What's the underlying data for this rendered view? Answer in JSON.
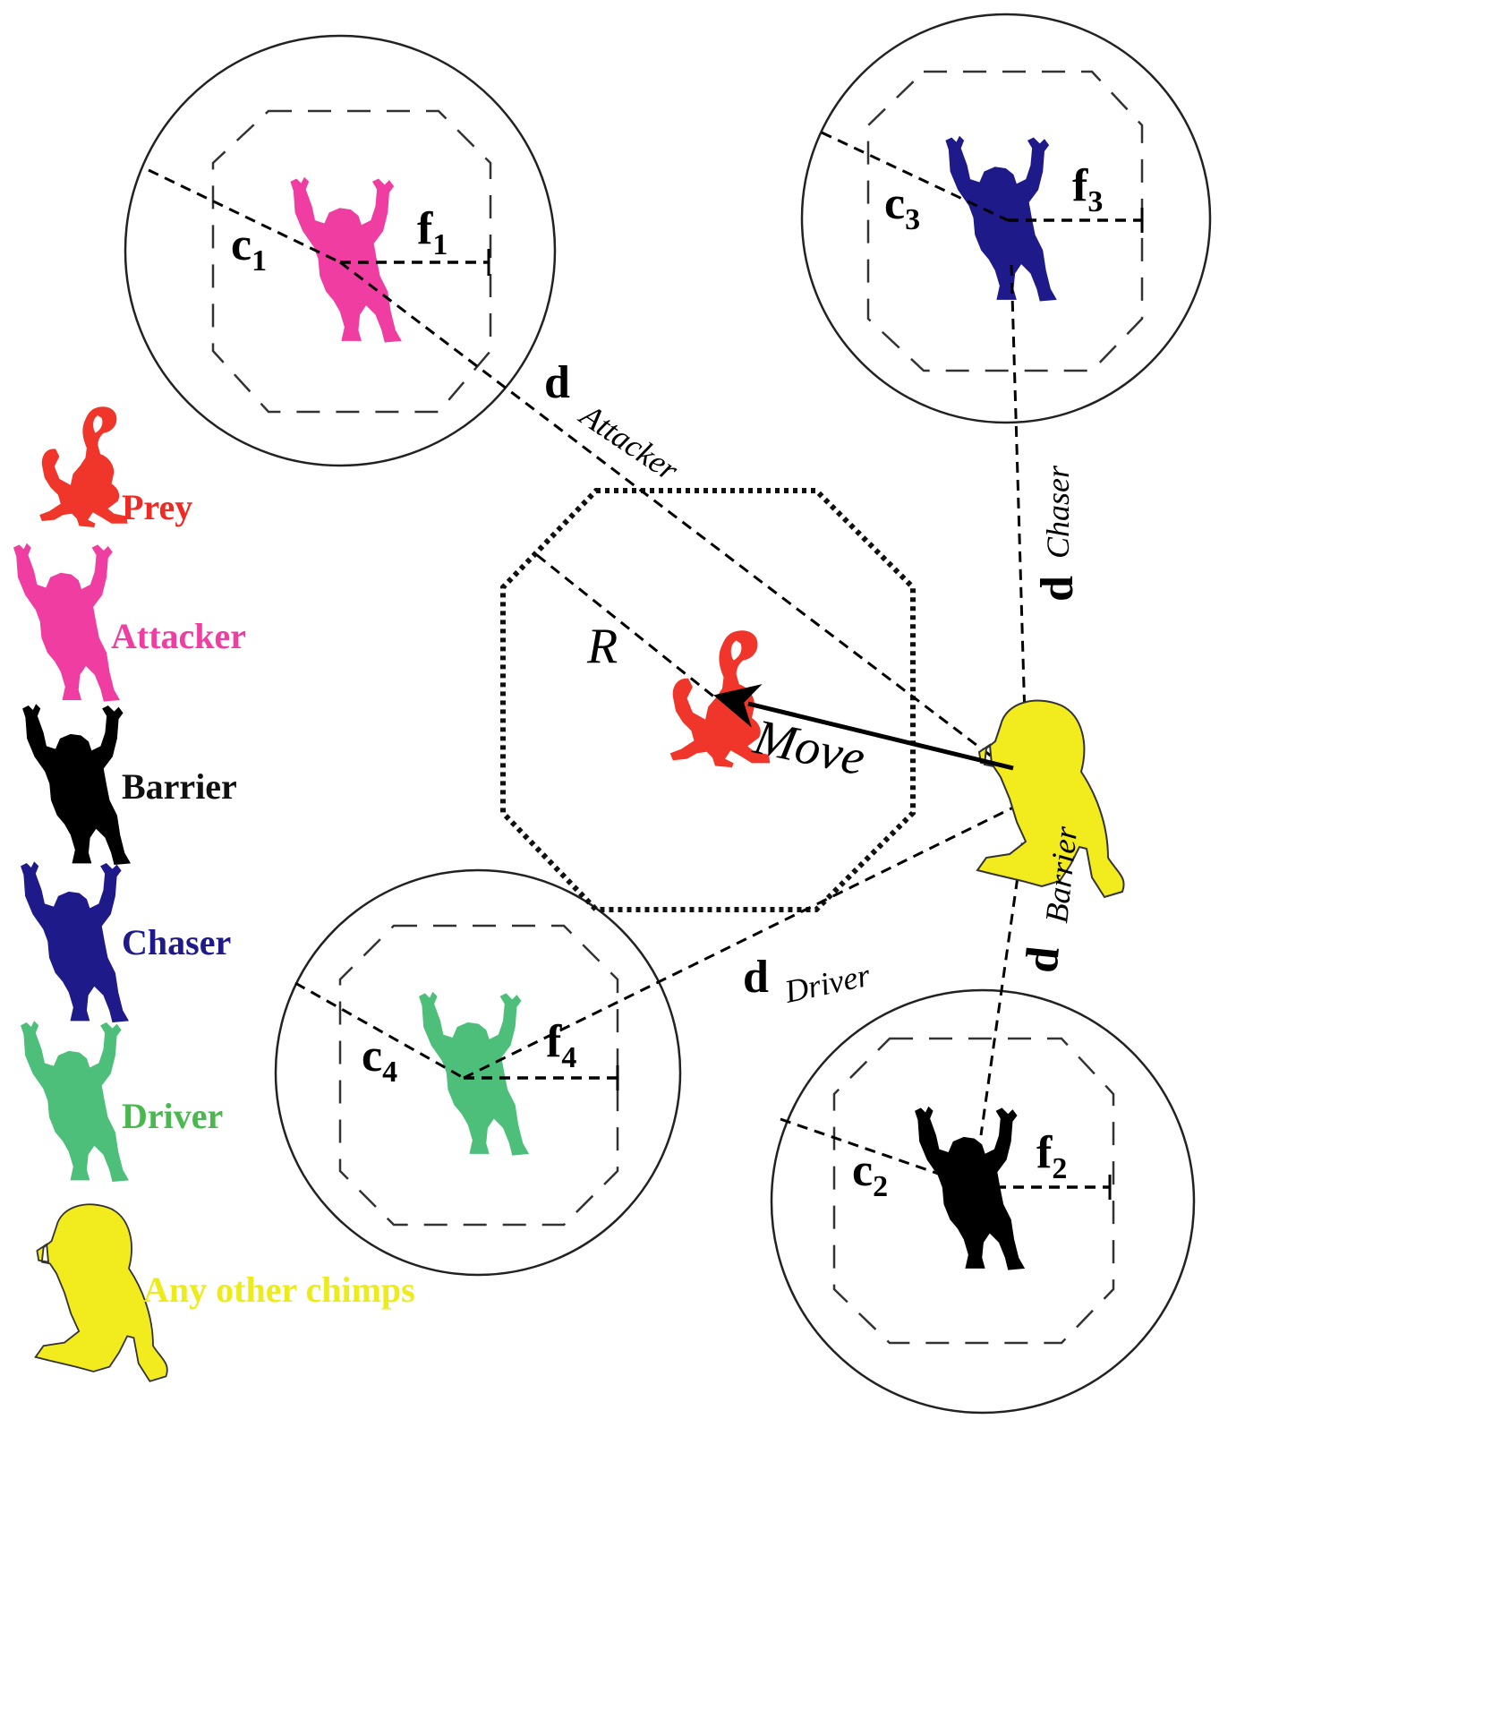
{
  "legend": {
    "items": [
      {
        "label": "Prey",
        "color": "#f0362a"
      },
      {
        "label": "Attacker",
        "color": "#ef3da1"
      },
      {
        "label": "Barrier",
        "color": "#000000"
      },
      {
        "label": "Chaser",
        "color": "#1f1a8a"
      },
      {
        "label": "Driver",
        "color": "#4dbf7a"
      },
      {
        "label": "Any other chimps",
        "color": "#f2ec1f"
      }
    ]
  },
  "label_colors": {
    "prey": "#ef2a24",
    "attacker": "#ef3da1",
    "barrier": "#111111",
    "chaser": "#1f1a8a",
    "driver": "#4ab84e",
    "other": "#ecec1c"
  },
  "labels": {
    "c": "c",
    "f": "f",
    "d": "d",
    "sub1": "1",
    "sub2": "2",
    "sub3": "3",
    "sub4": "4",
    "d_attacker_sub": "Attacker",
    "d_chaser_sub": "Chaser",
    "d_driver_sub": "Driver",
    "d_barrier_sub": "Barrier",
    "radius": "R",
    "move": "Move"
  },
  "icons": {
    "prey": "monkey-icon",
    "chimp": "chimpanzee-icon"
  }
}
